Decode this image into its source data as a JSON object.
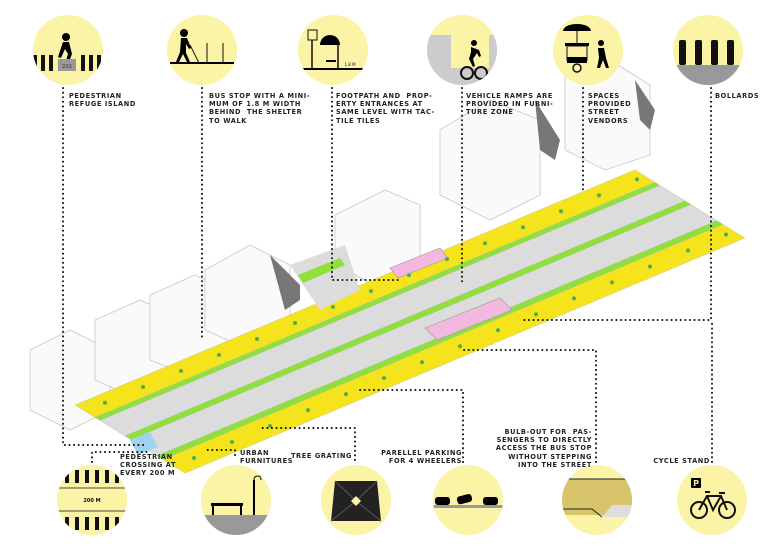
{
  "top_features": [
    {
      "label": "PEDESTRIAN\nREFUGE ISLAND",
      "icon": "pedestrian-refuge-icon",
      "icon_text": "2X2"
    },
    {
      "label": "BUS STOP WITH A MINI-\nMUM OF 1.8 M WIDTH\nBEHIND  THE SHELTER\nTO WALK",
      "icon": "walking-with-cane-icon"
    },
    {
      "label": "FOOTPATH AND  PROP-\nERTY ENTRANCES AT\nSAME LEVEL WITH TAC-\nTILE TILES",
      "icon": "bus-shelter-icon",
      "icon_text": "1.8 M"
    },
    {
      "label": "VEHICLE RAMPS ARE\nPROVIDED IN FURNI-\nTURE ZONE",
      "icon": "cyclist-ramp-icon"
    },
    {
      "label": "SPACES\nPROVIDED\nSTREET\nVENDORS",
      "icon": "street-vendor-icon"
    },
    {
      "label": "BOLLARDS",
      "icon": "bollards-icon"
    }
  ],
  "bottom_features": [
    {
      "label": "PEDESTRIAN\nCROSSING AT\nEVERY 200 M",
      "icon": "crosswalk-distance-icon",
      "icon_text": "200 M"
    },
    {
      "label": "URBAN\nFURNITURES",
      "icon": "bench-lamp-icon"
    },
    {
      "label": "TREE GRATING",
      "icon": "tree-grate-icon"
    },
    {
      "label": "PARELLEL PARKING\nFOR 4 WHEELERS",
      "icon": "parallel-parking-icon"
    },
    {
      "label": "BULB-OUT FOR  PAS-\nSENGERS TO DIRECTLY\nACCESS THE BUS STOP\nWITHOUT STEPPING\nINTO THE STREET",
      "icon": "bulb-out-icon"
    },
    {
      "label": "CYCLE STAND",
      "icon": "cycle-stand-icon",
      "icon_text": "P"
    }
  ],
  "colors": {
    "circle": "#fbf3a6",
    "sidewalk": "#f5e41c",
    "road": "#dcdcdc",
    "green": "#8fe03a",
    "bus_stop": "#f2b8e0",
    "crossing": "#9fd3f0"
  }
}
